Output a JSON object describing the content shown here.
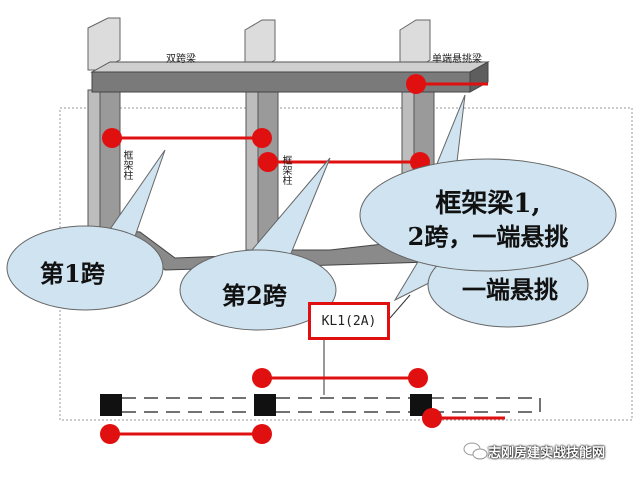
{
  "labels": {
    "double_span_beam": "双跨梁",
    "single_cantilever_beam": "单端悬挑梁",
    "frame_column": "框架柱",
    "frame_column_2": "框架柱",
    "span1": "第1跨",
    "span2": "第2跨",
    "callout_line1": "框架梁1,",
    "callout_line2": "2跨，一端悬挑",
    "cantilever": "一端悬挑",
    "kl_code": "KL1(2A)"
  },
  "watermark": "志刚房建实战技能网",
  "colors": {
    "accent_red": "#e01010",
    "bubble_fill": "#cfe3f0",
    "beam_gray": "#7a7a7a"
  }
}
